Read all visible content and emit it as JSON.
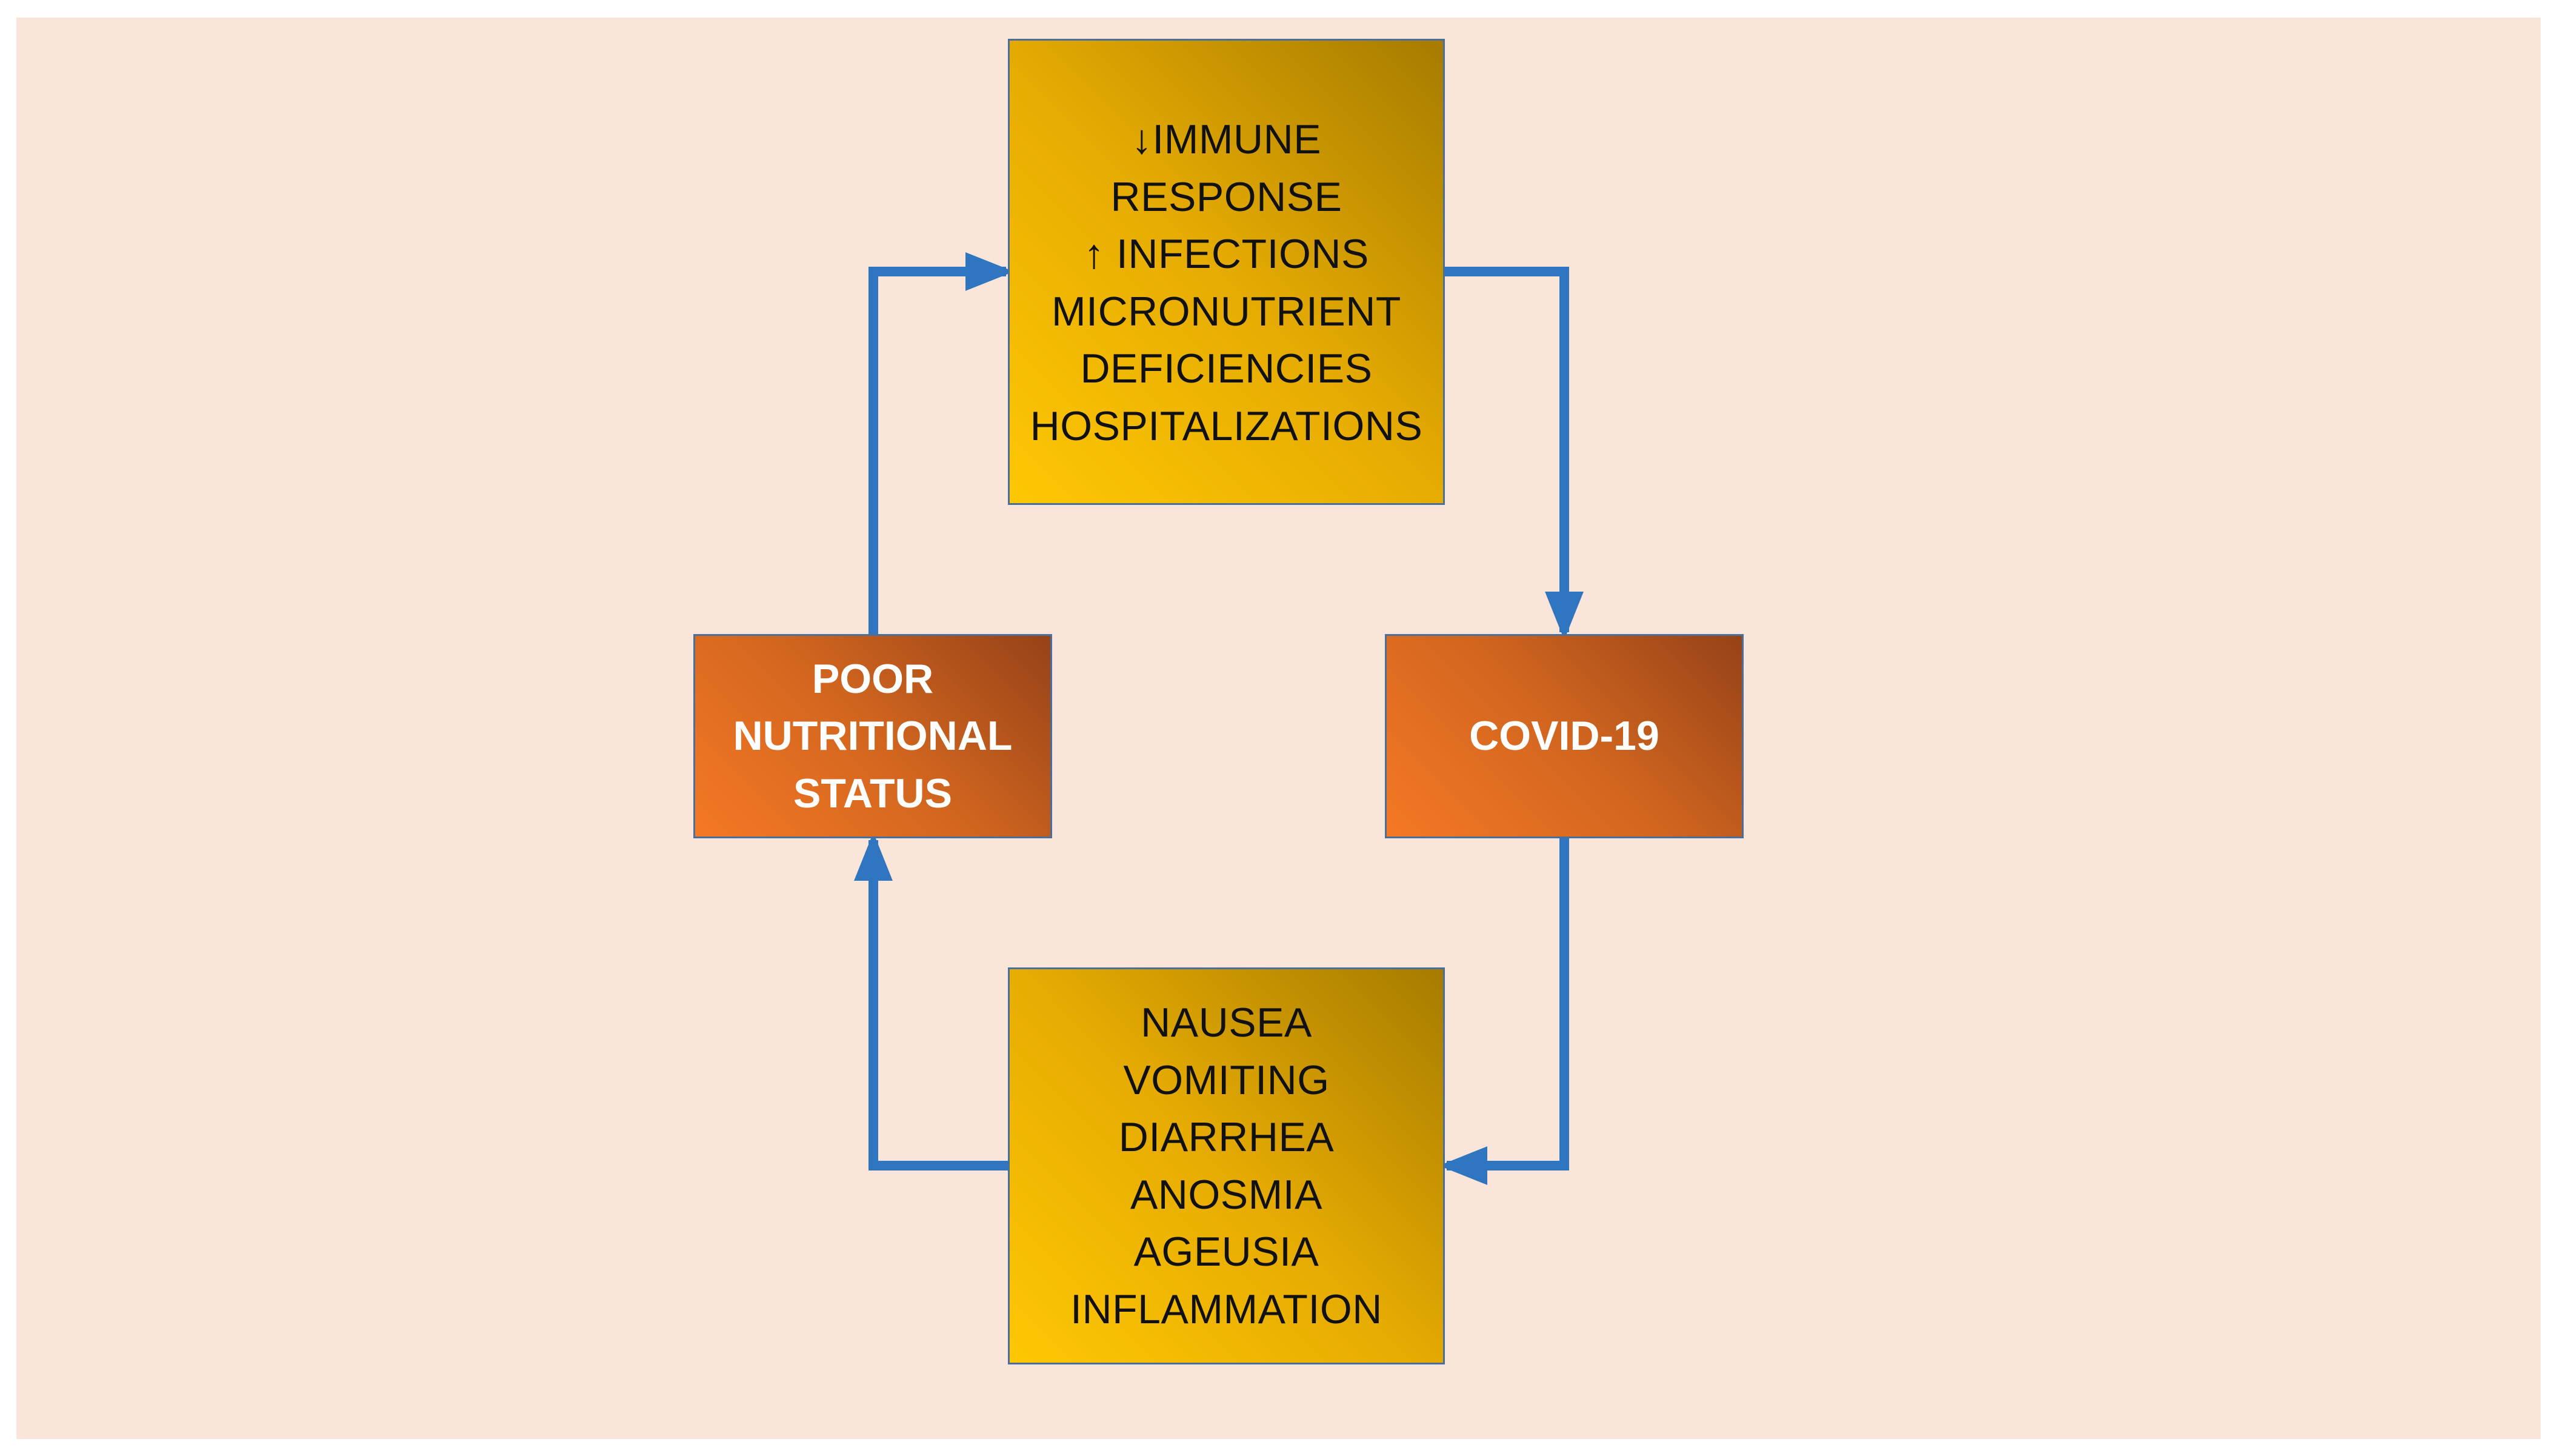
{
  "diagram": {
    "colors": {
      "background": "#f9e5da",
      "arrow": "#2f75c0",
      "gold_box_light": "#fec703",
      "gold_box_dark": "#a67b00",
      "orange_box_light": "#f57824",
      "orange_box_dark": "#964218",
      "box_border": "#4a6f9a"
    },
    "nodes": {
      "top": {
        "lines": [
          "↓IMMUNE",
          "RESPONSE",
          "↑ INFECTIONS",
          "MICRONUTRIENT",
          "DEFICIENCIES",
          "HOSPITALIZATIONS"
        ]
      },
      "right": {
        "lines": [
          "COVID-19"
        ]
      },
      "bottom": {
        "lines": [
          "NAUSEA",
          "VOMITING",
          "DIARRHEA",
          "ANOSMIA",
          "AGEUSIA",
          "INFLAMMATION"
        ]
      },
      "left": {
        "lines": [
          "POOR",
          "NUTRITIONAL",
          "STATUS"
        ]
      }
    },
    "edges": [
      {
        "from": "left",
        "to": "top"
      },
      {
        "from": "top",
        "to": "right"
      },
      {
        "from": "right",
        "to": "bottom"
      },
      {
        "from": "bottom",
        "to": "left"
      }
    ]
  }
}
